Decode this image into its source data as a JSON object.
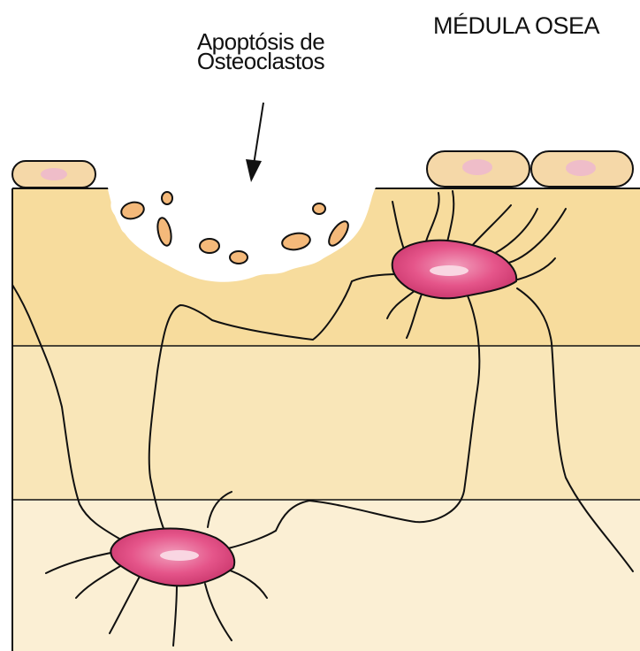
{
  "labels": {
    "marrow": "MÉDULA OSEA",
    "apoptosis_line1": "Apoptósis de",
    "apoptosis_line2": "Osteoclastos"
  },
  "colors": {
    "bone_top_layer": "#f7dc9d",
    "bone_middle_layer": "#f9e6b8",
    "bone_bottom_layer": "#fbefd4",
    "lining_cell_fill": "#f5d8a8",
    "lining_cell_nucleus": "#efbdc9",
    "apoptotic_fragment": "#f4b97a",
    "osteocyte_fill": "#e24b7f",
    "osteocyte_highlight": "#f9d6e2",
    "outline": "#111111"
  }
}
